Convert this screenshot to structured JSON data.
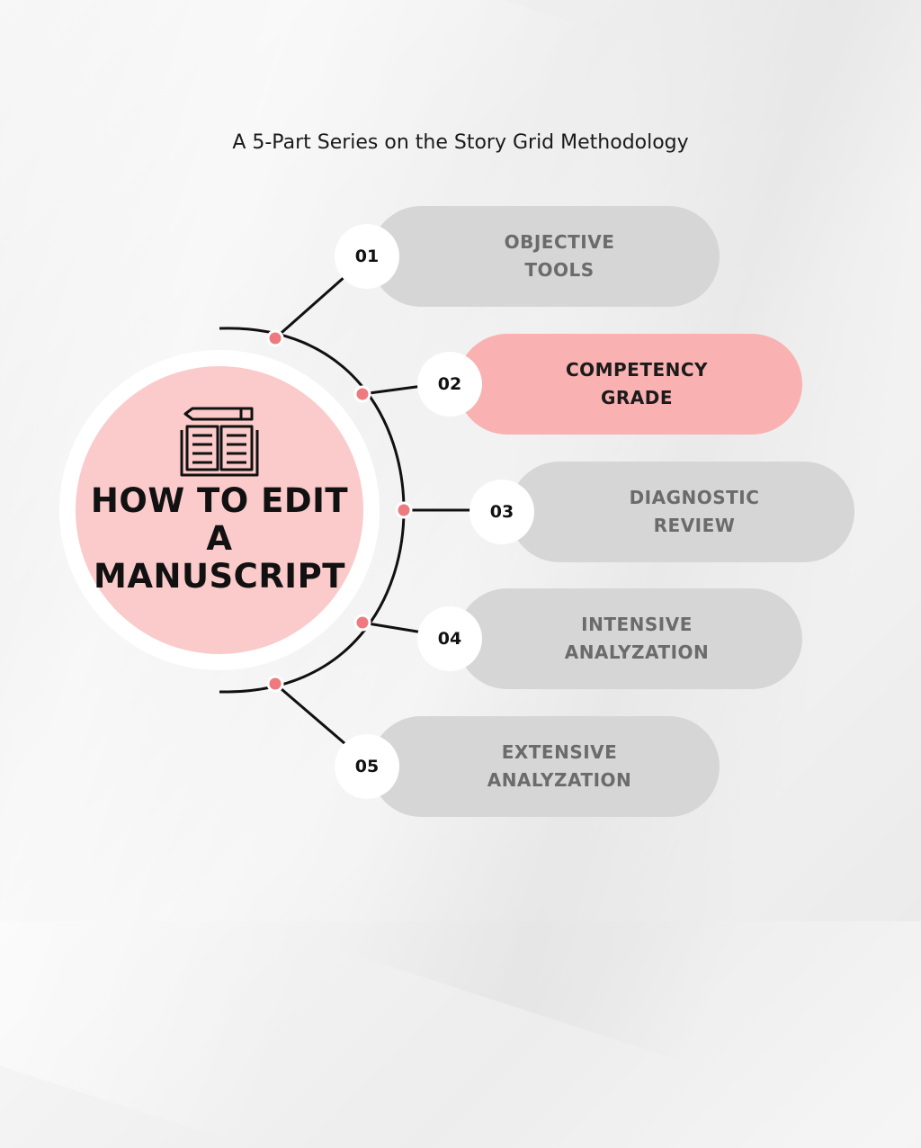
{
  "subtitle": "A 5-Part Series on the Story Grid Methodology",
  "hub": {
    "title_line1": "HOW TO EDIT A",
    "title_line2": "MANUSCRIPT",
    "icon": "book-and-pencil-icon"
  },
  "steps": [
    {
      "number": "01",
      "line1": "OBJECTIVE",
      "line2": "TOOLS",
      "highlighted": false
    },
    {
      "number": "02",
      "line1": "COMPETENCY",
      "line2": "GRADE",
      "highlighted": true
    },
    {
      "number": "03",
      "line1": "DIAGNOSTIC",
      "line2": "REVIEW",
      "highlighted": false
    },
    {
      "number": "04",
      "line1": "INTENSIVE",
      "line2": "ANALYZATION",
      "highlighted": false
    },
    {
      "number": "05",
      "line1": "EXTENSIVE",
      "line2": "ANALYZATION",
      "highlighted": false
    }
  ],
  "colors": {
    "background": "#f2f2f2",
    "hub_fill": "#fbcaca",
    "pill_default": "#d6d6d6",
    "pill_highlight": "#f9b1b1",
    "connector_dot": "#ee7a80",
    "line": "#111111"
  }
}
